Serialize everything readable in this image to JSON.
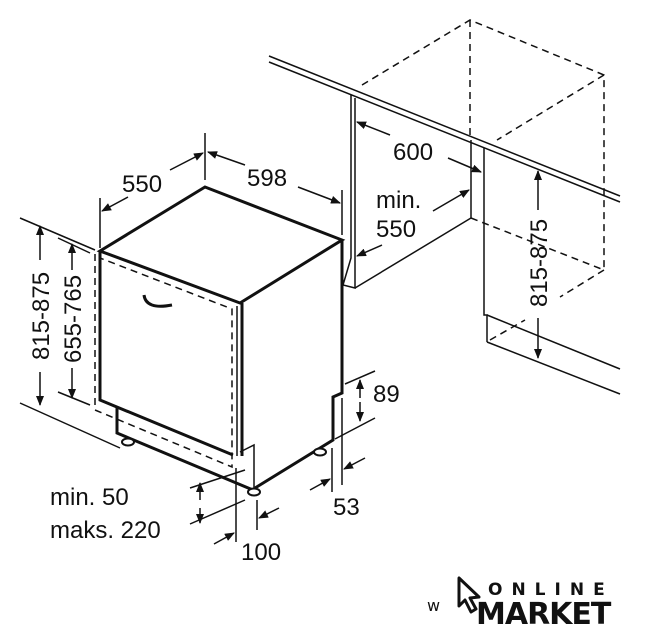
{
  "dimensions": {
    "depth": "550",
    "width": "598",
    "niche_width": "600",
    "niche_depth_min_label": "min.",
    "niche_depth_min_value": "550",
    "niche_height": "815-875",
    "appliance_height": "815-875",
    "door_height": "655-765",
    "plinth_height_min": "min. 50",
    "plinth_height_max": "maks. 220",
    "foot_offset_front": "100",
    "foot_offset_rear": "53",
    "rear_step_height": "89"
  },
  "logo": {
    "prefix": "w",
    "line1": "ONLINE",
    "line2": "MARKET"
  }
}
